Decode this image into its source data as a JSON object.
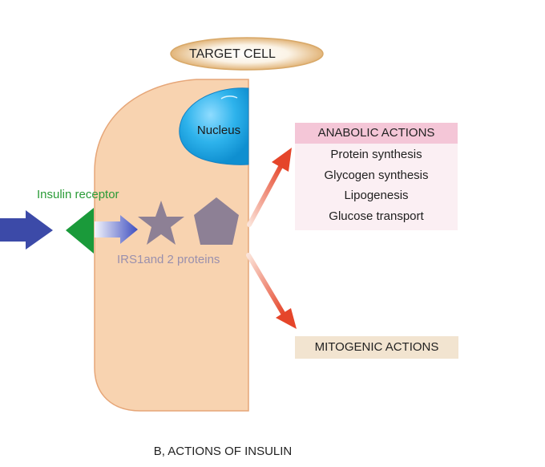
{
  "diagram": {
    "title": "TARGET CELL",
    "nucleus_label": "Nucleus",
    "receptor_label": "Insulin receptor",
    "irs_label": "IRS1and 2 proteins",
    "anabolic": {
      "header": "ANABOLIC ACTIONS",
      "items": [
        "Protein synthesis",
        "Glycogen synthesis",
        "Lipogenesis",
        "Glucose transport"
      ]
    },
    "mitogenic_label": "MITOGENIC ACTIONS",
    "caption": "B, ACTIONS OF INSULIN",
    "colors": {
      "cell_fill": "#f8d3b0",
      "cell_border": "#e6a678",
      "nucleus": "#29aee8",
      "receptor": "#1a9a3a",
      "insulin_arrow": "#3c4aa8",
      "signal_shapes": "#8d8095",
      "action_arrows": "#e5452a"
    }
  }
}
